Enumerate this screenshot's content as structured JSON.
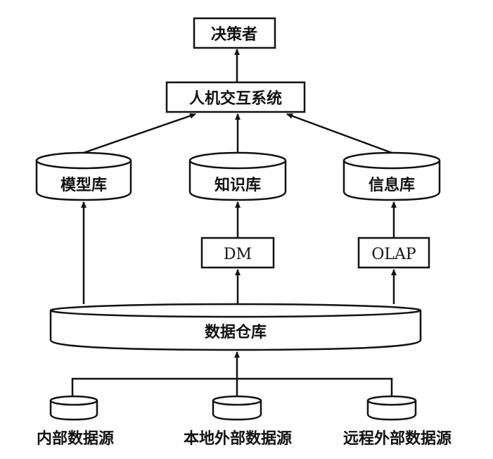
{
  "nodes": {
    "decision_maker": "决策者",
    "hci_system": "人机交互系统",
    "model_base": "模型库",
    "knowledge_base": "知识库",
    "info_base": "信息库",
    "dm": "DM",
    "olap": "OLAP",
    "data_warehouse": "数据仓库",
    "internal_source": "内部数据源",
    "local_external_source": "本地外部数据源",
    "remote_external_source": "远程外部数据源"
  },
  "colors": {
    "stroke": "#111111",
    "background": "#ffffff"
  }
}
